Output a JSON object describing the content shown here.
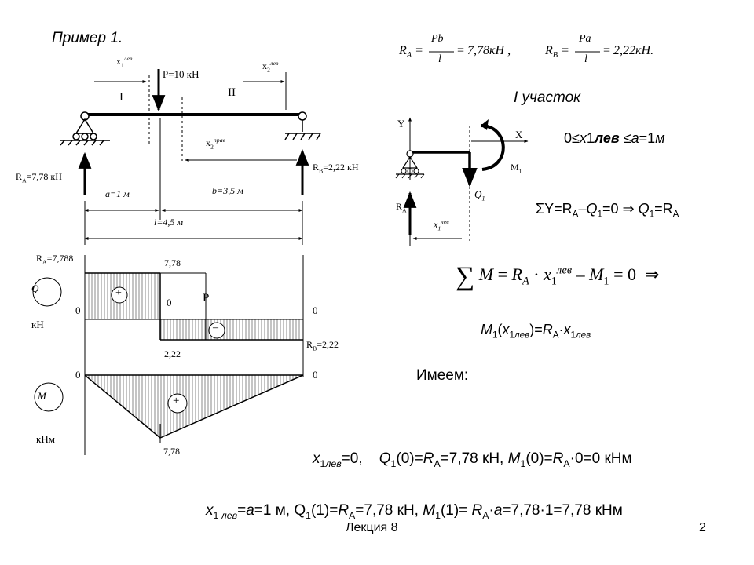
{
  "slide": {
    "title": "Пример 1.",
    "footer_label": "Лекция 8",
    "page_number": "2"
  },
  "beam": {
    "x1_left": "x",
    "x1_left_sub": "1",
    "x1_left_sup": "лев",
    "x2_left": "x",
    "x2_left_sub": "2",
    "x2_left_sup": "лев",
    "x2_right": "x",
    "x2_right_sub": "2",
    "x2_right_sup": "прав",
    "force_label": "P=10 кН",
    "section_1": "I",
    "section_2": "II",
    "ra_label": "R",
    "ra_sub": "A",
    "ra_value": "=7,78 кН",
    "rb_label": "R",
    "rb_sub": "B",
    "rb_value": "=2,22 кН",
    "dim_a": "a=1 м",
    "dim_b": "b=3,5 м",
    "dim_l": "l=4,5 м"
  },
  "q_diagram": {
    "name": "Q",
    "unit": "кН",
    "ra_top": "R",
    "ra_top_sub": "A",
    "ra_top_value": "=7,788",
    "left_value": "7,78",
    "zero_left": "0",
    "zero_mid": "0",
    "zero_right": "0",
    "p_label": "P",
    "plus": "+",
    "minus": "–",
    "rb_label": "R",
    "rb_sub": "B",
    "rb_value": "=2,22",
    "bottom_value": "2,22"
  },
  "m_diagram": {
    "name": "M",
    "unit": "кНм",
    "zero_left": "0",
    "zero_right": "0",
    "plus": "+",
    "bottom_value": "7,78"
  },
  "reactions": {
    "ra_lhs": "R",
    "ra_lhs_sub": "A",
    "ra_num": "Pb",
    "ra_den": "l",
    "ra_result": "7,78кН ,",
    "rb_lhs": "R",
    "rb_lhs_sub": "B",
    "rb_num": "Pa",
    "rb_den": "l",
    "rb_result": "2,22кН."
  },
  "segment": {
    "title": "I участок",
    "axis_y": "Y",
    "axis_x": "X",
    "moment": "M",
    "moment_sub": "1",
    "shear": "Q",
    "shear_sub": "1",
    "reaction": "R",
    "reaction_sub": "A",
    "coord": "x",
    "coord_sub": "1",
    "coord_sup": "лев"
  },
  "equations": {
    "range": "0≤x1лев ≤a=1м",
    "sum_y": "ΣY=RA–Q1=0 ⇒ Q1=RA",
    "sum_m": "∑ M = RA · x1лев – M1 = 0 ⇒",
    "m1": "M1(x1лев)=RA·x1лев",
    "have": "Имеем:",
    "case0": "x1лев=0,    Q1(0)=RA=7,78 кН, M1(0)=RA·0=0 кНм",
    "case1": "x1 лев=a=1 м, Q1(1)=RA=7,78 кН, M1(1)= RA·a=7,78·1=7,78 кНм"
  }
}
